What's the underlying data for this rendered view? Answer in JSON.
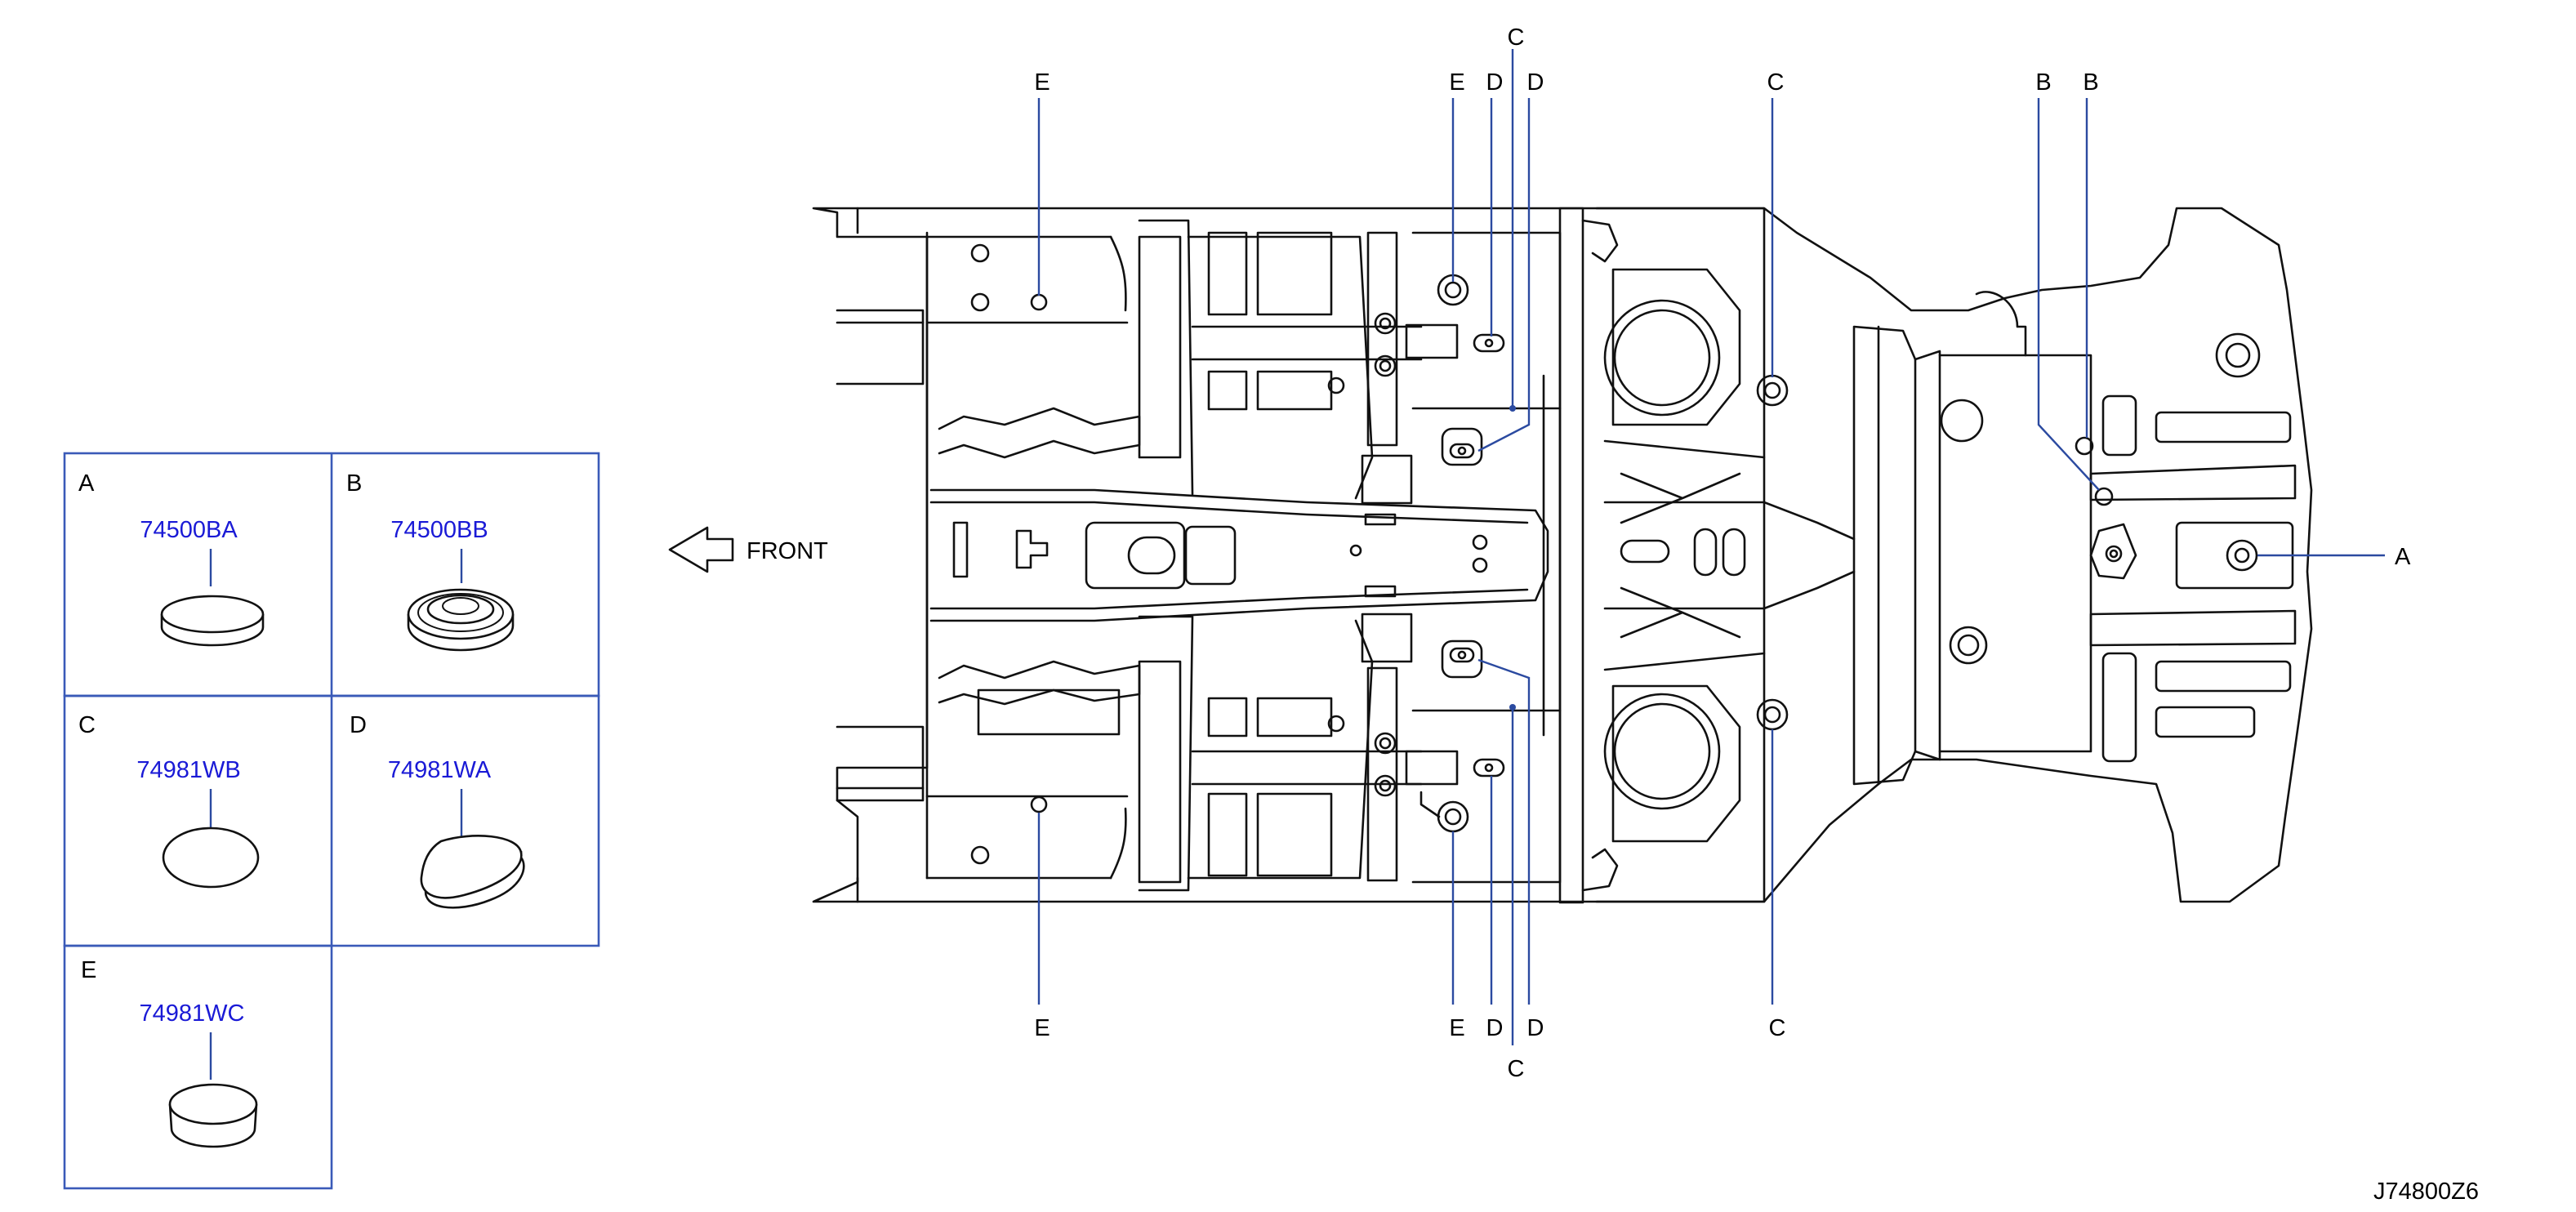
{
  "legend": {
    "cells": [
      {
        "key": "A",
        "part": "74500BA"
      },
      {
        "key": "B",
        "part": "74500BB"
      },
      {
        "key": "C",
        "part": "74981WB"
      },
      {
        "key": "D",
        "part": "74981WA"
      },
      {
        "key": "E",
        "part": "74981WC"
      }
    ]
  },
  "front_label": "FRONT",
  "callouts": {
    "top_e1": "E",
    "top_e2": "E",
    "top_d1": "D",
    "top_c_top": "C",
    "top_d2": "D",
    "top_c_mid": "C",
    "top_b1": "B",
    "top_b2": "B",
    "right_a": "A",
    "bot_e1": "E",
    "bot_e2": "E",
    "bot_d1": "D",
    "bot_d2": "D",
    "bot_c_bot": "C",
    "bot_c_mid": "C"
  },
  "diagram_code": "J74800Z6",
  "colors": {
    "part_number": "#1a1ad6",
    "leader": "#2b4aa0",
    "frame": "#3a5ab8",
    "line": "#111111"
  }
}
